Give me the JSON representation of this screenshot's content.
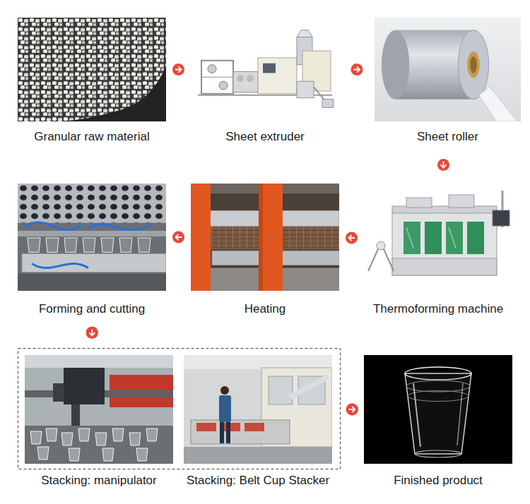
{
  "diagram": {
    "nodes": [
      {
        "text": [
          "Granular raw material"
        ]
      },
      {
        "text": [
          "Sheet extruder"
        ]
      },
      {
        "text": [
          "Sheet roller"
        ]
      },
      {
        "text": [
          "Thermoforming machine"
        ]
      },
      {
        "text": [
          "Heating"
        ]
      },
      {
        "text": [
          "Forming and cutting"
        ]
      },
      {
        "text": [
          "Stacking: manipulator"
        ]
      },
      {
        "text": [
          "Stacking: Belt Cup Stacker"
        ]
      },
      {
        "text": [
          "Finished product"
        ]
      }
    ],
    "edges": [
      {
        "from": 0,
        "to": 1,
        "arrow": "to"
      },
      {
        "from": 1,
        "to": 2,
        "arrow": "to"
      },
      {
        "from": 2,
        "to": 3,
        "arrow": "to"
      },
      {
        "from": 3,
        "to": 4,
        "arrow": "to"
      },
      {
        "from": 4,
        "to": 5,
        "arrow": "to"
      },
      {
        "from": 5,
        "to": 6,
        "arrow": "to"
      },
      {
        "from": 5,
        "to": 7,
        "arrow": "to"
      },
      {
        "from": 6,
        "to": 8,
        "arrow": "to"
      },
      {
        "from": 7,
        "to": 8,
        "arrow": "to"
      }
    ]
  }
}
